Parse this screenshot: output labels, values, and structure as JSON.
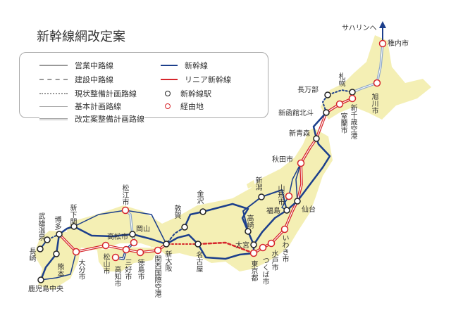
{
  "title": "新幹線網改定案",
  "legend": {
    "items": [
      {
        "label": "営業中路線",
        "style": "solid-gray"
      },
      {
        "label": "建設中路線",
        "style": "dashed-gray"
      },
      {
        "label": "現状整備計画路線",
        "style": "dotted-gray"
      },
      {
        "label": "基本計画路線",
        "style": "thin-gray"
      },
      {
        "label": "改定案整備計画路線",
        "style": "double-gray"
      },
      {
        "label": "新幹線",
        "style": "blue-line"
      },
      {
        "label": "リニア新幹線",
        "style": "red-line"
      },
      {
        "label": "新幹線駅",
        "style": "black-circle"
      },
      {
        "label": "経由地",
        "style": "red-circle"
      }
    ]
  },
  "colors": {
    "shinkansen": "#1c3f8c",
    "linear": "#d6262c",
    "land": "#f4efb4",
    "station": "#222222",
    "via": "#d6262c"
  },
  "sakhalin_label": "サハリンへ",
  "stations": [
    {
      "name": "稚内市",
      "type": "via"
    },
    {
      "name": "旭川市",
      "type": "via"
    },
    {
      "name": "札幌",
      "type": "station"
    },
    {
      "name": "新千歳空港",
      "type": "via"
    },
    {
      "name": "室蘭市",
      "type": "via"
    },
    {
      "name": "長万部",
      "type": "station"
    },
    {
      "name": "新函館北斗",
      "type": "station"
    },
    {
      "name": "新青森",
      "type": "station"
    },
    {
      "name": "秋田市",
      "type": "via"
    },
    {
      "name": "新潟",
      "type": "station"
    },
    {
      "name": "山形市",
      "type": "via"
    },
    {
      "name": "仙台",
      "type": "station"
    },
    {
      "name": "福島",
      "type": "station"
    },
    {
      "name": "高崎",
      "type": "station"
    },
    {
      "name": "大宮",
      "type": "station"
    },
    {
      "name": "東京都",
      "type": "via"
    },
    {
      "name": "つくば市",
      "type": "via"
    },
    {
      "name": "水戸市",
      "type": "via"
    },
    {
      "name": "いわき市",
      "type": "via"
    },
    {
      "name": "金沢",
      "type": "station"
    },
    {
      "name": "敦賀",
      "type": "station"
    },
    {
      "name": "名古屋",
      "type": "station"
    },
    {
      "name": "新大阪",
      "type": "station"
    },
    {
      "name": "関西国際空港",
      "type": "via"
    },
    {
      "name": "徳島市",
      "type": "via"
    },
    {
      "name": "三好市",
      "type": "via"
    },
    {
      "name": "高松市",
      "type": "via"
    },
    {
      "name": "高知市",
      "type": "via"
    },
    {
      "name": "松山市",
      "type": "via"
    },
    {
      "name": "岡山",
      "type": "station"
    },
    {
      "name": "松江市",
      "type": "via"
    },
    {
      "name": "新下関",
      "type": "station"
    },
    {
      "name": "博多",
      "type": "station"
    },
    {
      "name": "大分市",
      "type": "via"
    },
    {
      "name": "熊本",
      "type": "station"
    },
    {
      "name": "武雄温泉",
      "type": "station"
    },
    {
      "name": "長崎",
      "type": "station"
    },
    {
      "name": "鹿児島中央",
      "type": "station"
    }
  ]
}
